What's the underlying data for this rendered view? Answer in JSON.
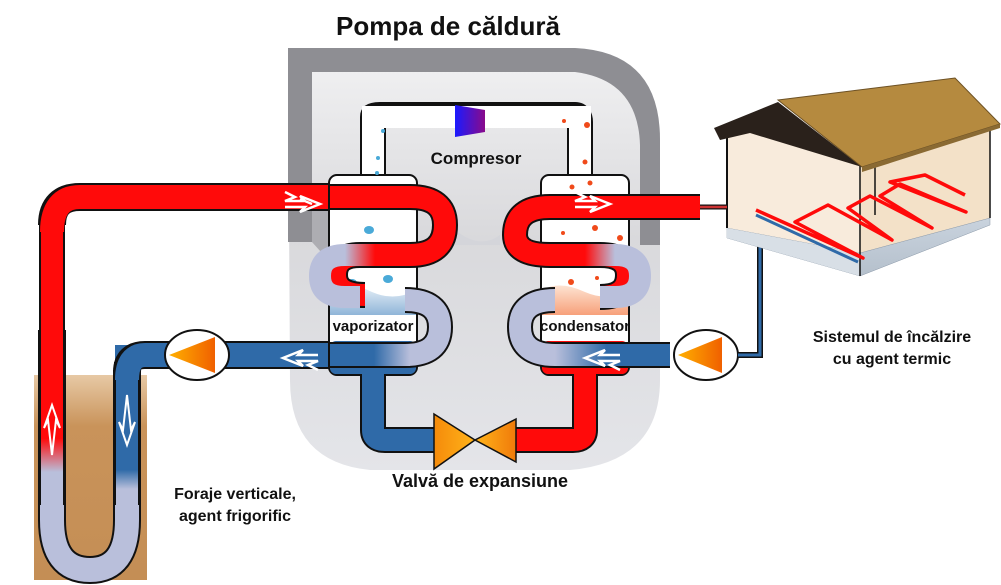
{
  "title": "Pompa de căldură",
  "labels": {
    "compressor": "Compresor",
    "evaporator": "vaporizator",
    "condenser": "condensator",
    "expansion_valve": "Valvă de expansiune",
    "ground_loop": [
      "Foraje verticale,",
      "agent frigorific"
    ],
    "heating_system": [
      "Sistemul de încălzire",
      "cu agent termic"
    ]
  },
  "colors": {
    "hot": "#ff0a0a",
    "cold": "#2f6aa8",
    "neutral": "#b9bfdb",
    "housing_dark": "#8e8e93",
    "housing_light": "#dedfe3",
    "soil": "#c9935a",
    "roof": "#b58a3f",
    "pump": "#f7890c"
  }
}
